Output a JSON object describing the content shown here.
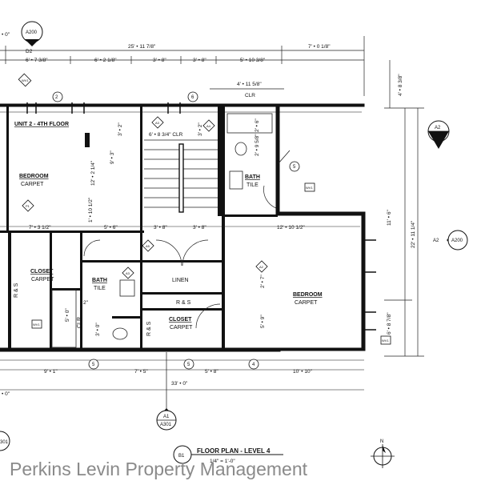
{
  "sheet": {
    "title": "FLOOR PLAN - LEVEL 4",
    "scale": "1/4\" = 1'-0\"",
    "detail_tag": "B1",
    "unit_title": "UNIT 2 - 4TH FLOOR",
    "watermark": "Perkins Levin Property Management",
    "north": "N"
  },
  "top_dims": {
    "d2": "D2",
    "left_edge": "• 0\"",
    "overall": "25' • 11 7/8\"",
    "right_overall": "7' • 0 1/8\"",
    "segments": [
      "6' • 7 3/8\"",
      "6' • 2 1/8\"",
      "3' • 8\"",
      "3' • 8\"",
      "5' • 10 3/8\""
    ],
    "bath_width": "4' • 11 5/8\"",
    "clr": "CLR"
  },
  "bottom_dims": {
    "segments": [
      "9' • 1\"",
      "7' • 5\"",
      "5' • 8\"",
      "10' • 10\""
    ],
    "overall": "33' • 0\"",
    "left_edge": "• 0\""
  },
  "right_dims": {
    "top": "4' • 8 3/8\"",
    "mid": "11' • 6\"",
    "overall": "22' • 11 1/4\"",
    "lower": "6' • 8 7/8\""
  },
  "interior_dims": {
    "stair_clr": "6' • 8 3/4\" CLR",
    "stair_h1": "3' • 2\"",
    "stair_h2": "3' • 2\"",
    "bath_h": "2' • 6\"",
    "bath_h2": "2' • 9 5/8\"",
    "bed_h": "12' • 2 1/4\"",
    "bed_h2": "9' • 3\"",
    "bed_w": "7' • 3 1/2\"",
    "hall_w": "5' • 6\"",
    "stair_w1": "3' • 8\"",
    "stair_w2": "3' • 8\"",
    "bed2_w": "12' • 10 1/2\"",
    "hall_h": "1' • 10 1/2\"",
    "bed2_h1": "2' • 7\"",
    "bed2_h2": "5' • 9\"",
    "closet_h": "5' • 0\"",
    "bath2_h": "3' • 0\"",
    "bath2_w": "2\""
  },
  "rooms": {
    "bedroom1": {
      "name": "BEDROOM",
      "floor": "CARPET"
    },
    "bedroom2": {
      "name": "BEDROOM",
      "floor": "CARPET"
    },
    "closet1": {
      "name": "CLOSET",
      "floor": "CARPET"
    },
    "closet2": {
      "name": "CLOSET",
      "floor": "CARPET"
    },
    "bath1": {
      "name": "BATH",
      "floor": "TILE"
    },
    "bath2": {
      "name": "BATH",
      "floor": "TILE"
    },
    "linen": "LINEN",
    "rs1": "R & S",
    "rs2": "R & S",
    "rs3": "R & S",
    "clr": "CLR"
  },
  "callouts": {
    "a200_top": "A200",
    "a2": "A2",
    "a301": "A301",
    "a2_side": "A2",
    "a200_side": "A200",
    "a1": "A1",
    "a301_bottom": "A301",
    "a301_left": "301",
    "grid2": "2",
    "grid6": "6",
    "grid5a": "5",
    "grid5b": "5",
    "grid4": "4",
    "grid5_side": "5",
    "tag_wv1": "WV1",
    "tag_wv2": "WV1",
    "tag_wv3": "WV1",
    "tag_p1": "P1",
    "tag_wv4": "WV1",
    "tag_a3": "A3",
    "tag_a4": "A4",
    "tag_a5": "A5",
    "tag_a3b": "A3",
    "tag_a2b": "A2",
    "tag_a6": "A6"
  }
}
